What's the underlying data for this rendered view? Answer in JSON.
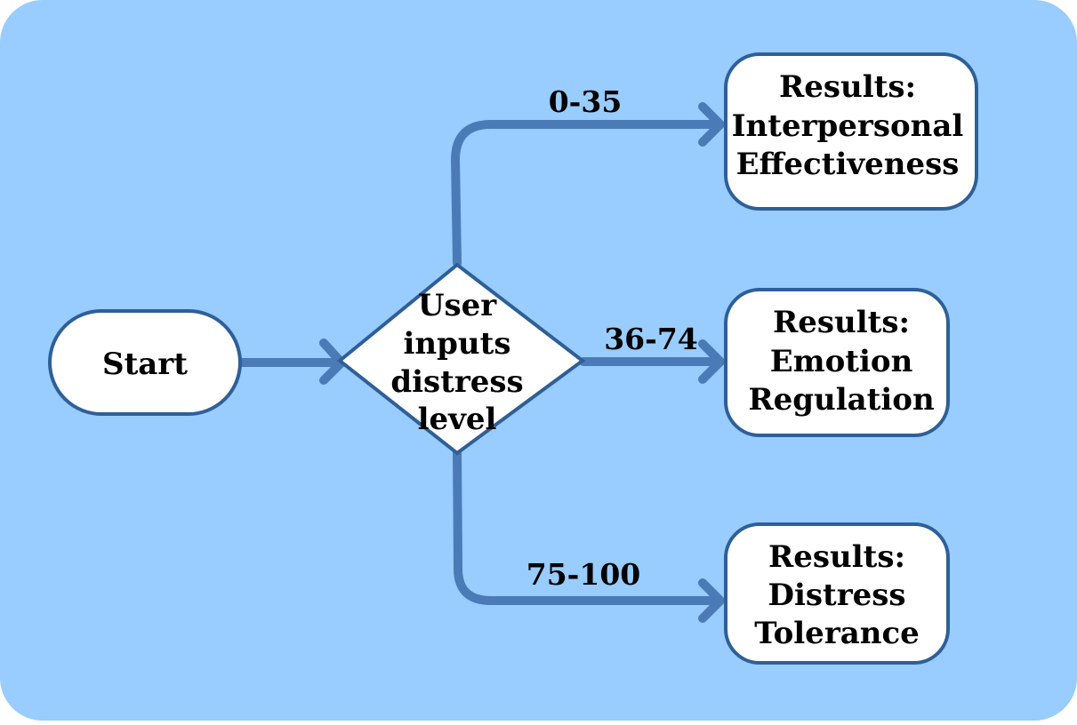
{
  "colors": {
    "background": "#99ccff",
    "node_fill": "#ffffff",
    "stroke": "#2f5f98",
    "arrow": "#4a7bb7",
    "text": "#000000"
  },
  "nodes": {
    "start": {
      "label": "Start"
    },
    "decision": {
      "lines": [
        "User",
        "inputs",
        "distress",
        "level"
      ]
    },
    "result_interpersonal": {
      "lines": [
        "Results:",
        "Interpersonal",
        "Effectiveness"
      ]
    },
    "result_emotion": {
      "lines": [
        "Results:",
        "Emotion",
        "Regulation"
      ]
    },
    "result_distress": {
      "lines": [
        "Results:",
        "Distress",
        "Tolerance"
      ]
    }
  },
  "edges": {
    "low": {
      "label": "0-35"
    },
    "mid": {
      "label": "36-74"
    },
    "high": {
      "label": "75-100"
    }
  }
}
